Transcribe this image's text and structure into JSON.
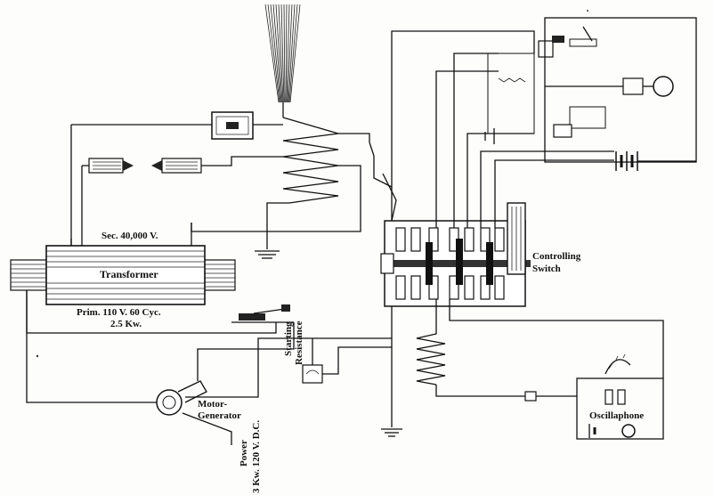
{
  "labels": {
    "sec": "Sec. 40,000 V.",
    "transformer": "Transformer",
    "prim": "Prim. 110 V. 60 Cyc.",
    "prim_kw": "2.5 Kw.",
    "starting": "Starting",
    "resistance": "Resistance",
    "controlling": "Controlling",
    "switch": "Switch",
    "motor": "Motor-",
    "generator": "Generator",
    "oscillaphone": "Oscillaphone",
    "power": "Power",
    "power_rating": "3 Kw. 120 V. D.C."
  },
  "colors": {
    "ink": "#111111",
    "paper": "#fdfdfc"
  }
}
